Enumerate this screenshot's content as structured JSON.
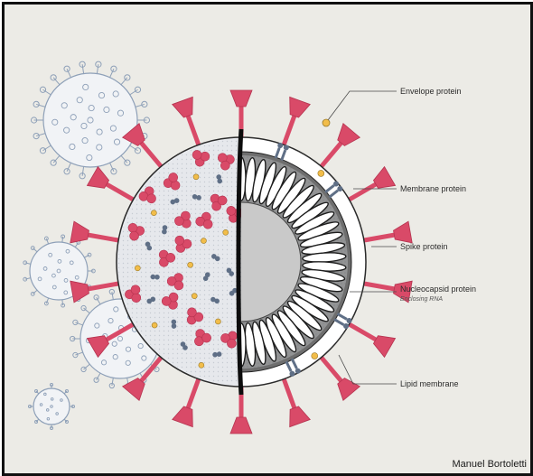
{
  "labels": {
    "envelope": "Envelope protein",
    "membrane_protein": "Membrane protein",
    "spike": "Spike protein",
    "nucleocapsid": "Nucleocapsid protein",
    "nucleocapsid_sub": "Enclosing RNA",
    "lipid": "Lipid membrane"
  },
  "credit": "Manuel Bortoletti",
  "colors": {
    "spike": "#d94a68",
    "spike_dark": "#b5334f",
    "membrane_protein": "#5f6f86",
    "envelope_protein": "#f2bd4a",
    "nucleocapsid": "#7b7b7b",
    "background": "#ecebe6",
    "background_virus": "#8ea0b8"
  }
}
